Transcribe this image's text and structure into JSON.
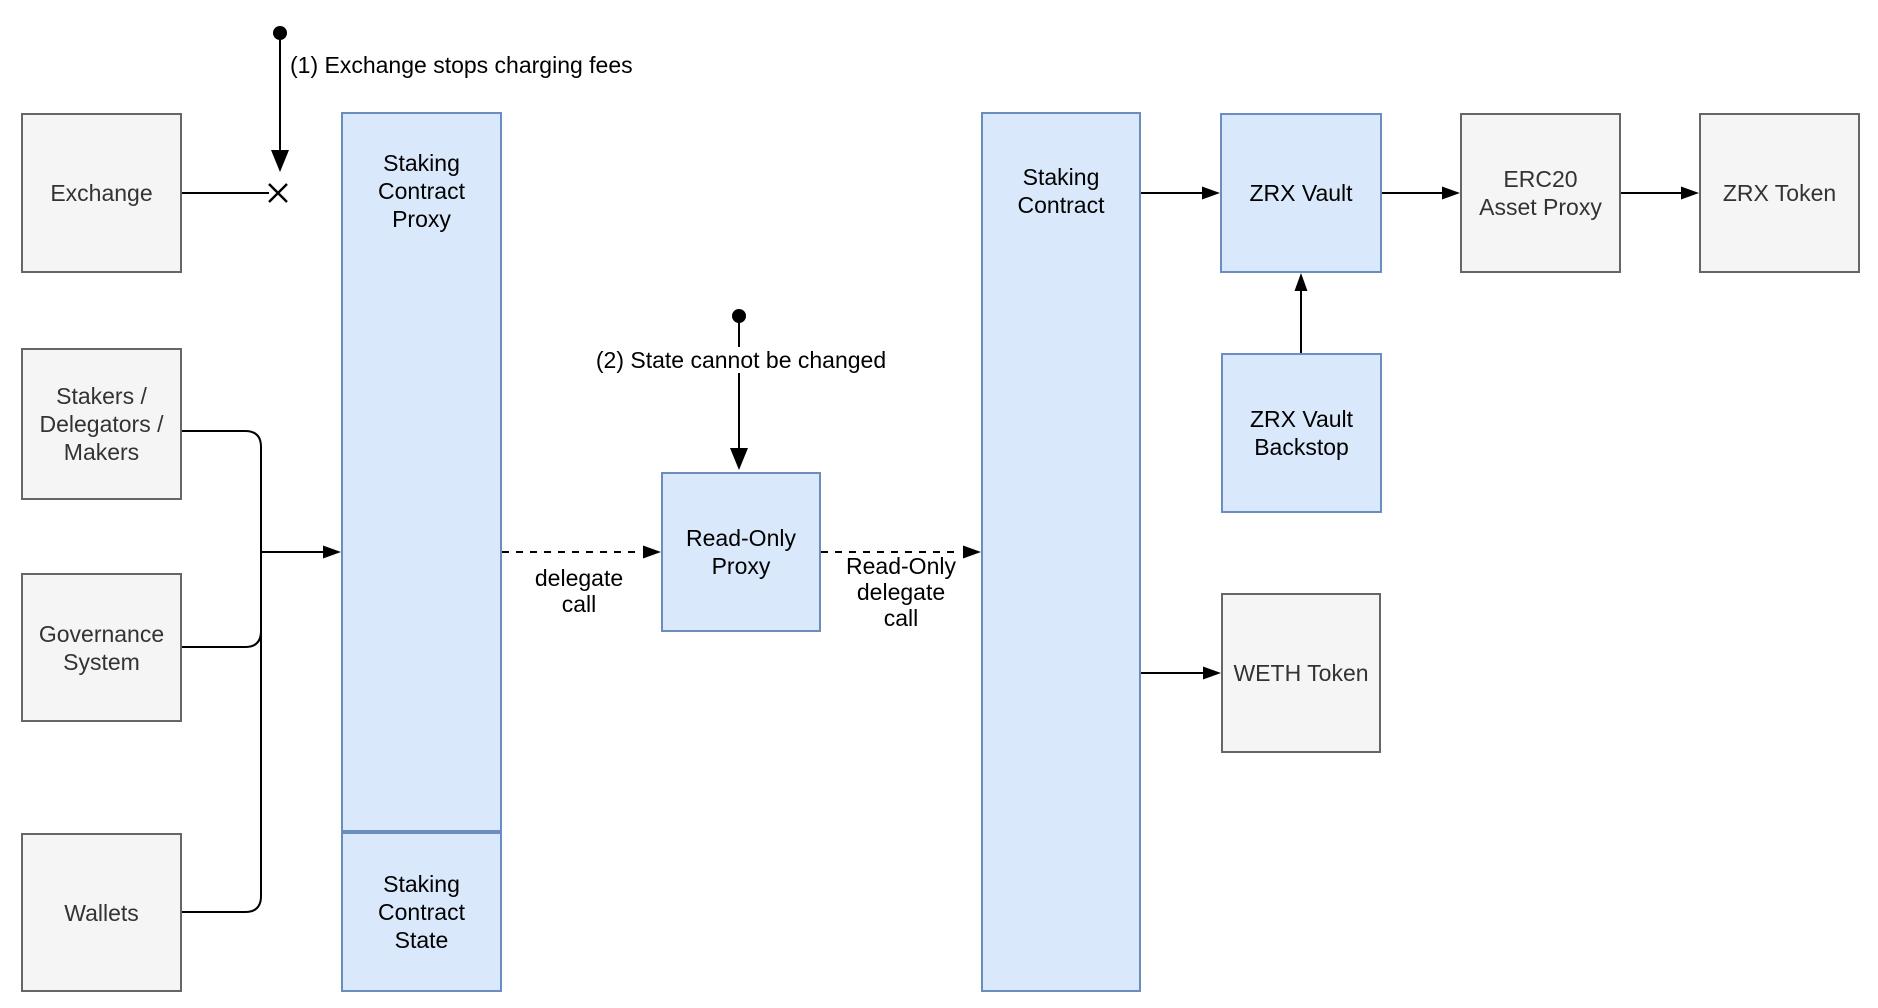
{
  "diagram": {
    "colors": {
      "blue_fill": "#dae8fc",
      "blue_border": "#6c8ebf",
      "gray_fill": "#f5f5f5",
      "gray_border": "#666666",
      "gray_text": "#333333",
      "line": "#000000"
    },
    "nodes": {
      "exchange": {
        "label": "Exchange"
      },
      "stakers": {
        "label": "Stakers /\nDelegators /\nMakers"
      },
      "governance": {
        "label": "Governance\nSystem"
      },
      "wallets": {
        "label": "Wallets"
      },
      "staking_contract_proxy": {
        "label": "Staking\nContract\nProxy"
      },
      "staking_contract_state": {
        "label": "Staking\nContract\nState"
      },
      "read_only_proxy": {
        "label": "Read-Only\nProxy"
      },
      "staking_contract": {
        "label": "Staking\nContract"
      },
      "zrx_vault": {
        "label": "ZRX Vault"
      },
      "zrx_vault_backstop": {
        "label": "ZRX Vault\nBackstop"
      },
      "weth_token": {
        "label": "WETH Token"
      },
      "erc20_asset_proxy": {
        "label": "ERC20\nAsset Proxy"
      },
      "zrx_token": {
        "label": "ZRX Token"
      }
    },
    "edge_labels": {
      "delegate_call": "delegate\ncall",
      "read_only_delegate_call": "Read-Only\ndelegate\ncall"
    },
    "annotations": {
      "note1": "(1) Exchange stops charging fees",
      "note2": "(2) State cannot be changed"
    }
  }
}
